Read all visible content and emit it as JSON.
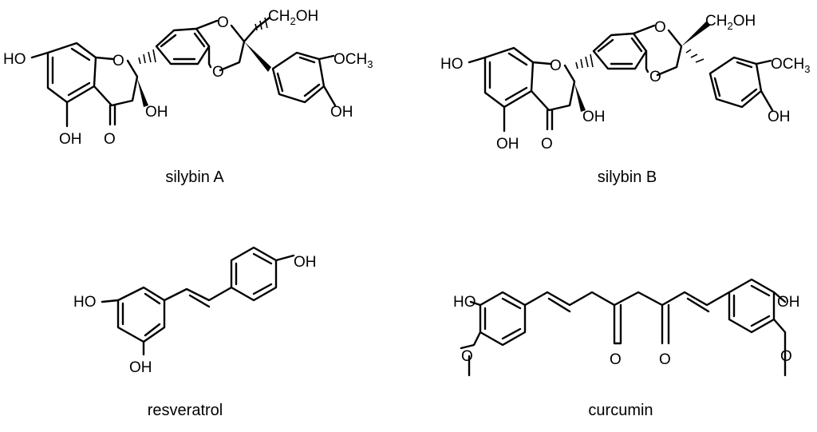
{
  "structures": [
    {
      "caption": "silybin A",
      "labels": {
        "ho": "HO",
        "o1": "O",
        "oh_a": "OH",
        "oh_b": "OH",
        "o_keto": "O",
        "o2": "O",
        "o3": "O",
        "ch2oh_1": "CH",
        "ch2oh_2": "2",
        "ch2oh_3": "OH",
        "och3_1": "OCH",
        "och3_2": "3",
        "oh_c": "OH"
      }
    },
    {
      "caption": "silybin B",
      "labels": {
        "ho": "HO",
        "o1": "O",
        "oh_a": "OH",
        "oh_b": "OH",
        "o_keto": "O",
        "o2": "O",
        "o3": "O",
        "ch2oh_1": "CH",
        "ch2oh_2": "2",
        "ch2oh_3": "OH",
        "och3_1": "OCH",
        "och3_2": "3",
        "oh_c": "OH"
      }
    },
    {
      "caption": "resveratrol",
      "labels": {
        "oh_top": "OH",
        "ho": "HO",
        "oh_bottom": "OH"
      }
    },
    {
      "caption": "curcumin",
      "labels": {
        "ho": "HO",
        "o_left": "O",
        "o_keto1": "O",
        "o_keto2": "O",
        "oh": "OH",
        "o_right": "O"
      }
    }
  ]
}
